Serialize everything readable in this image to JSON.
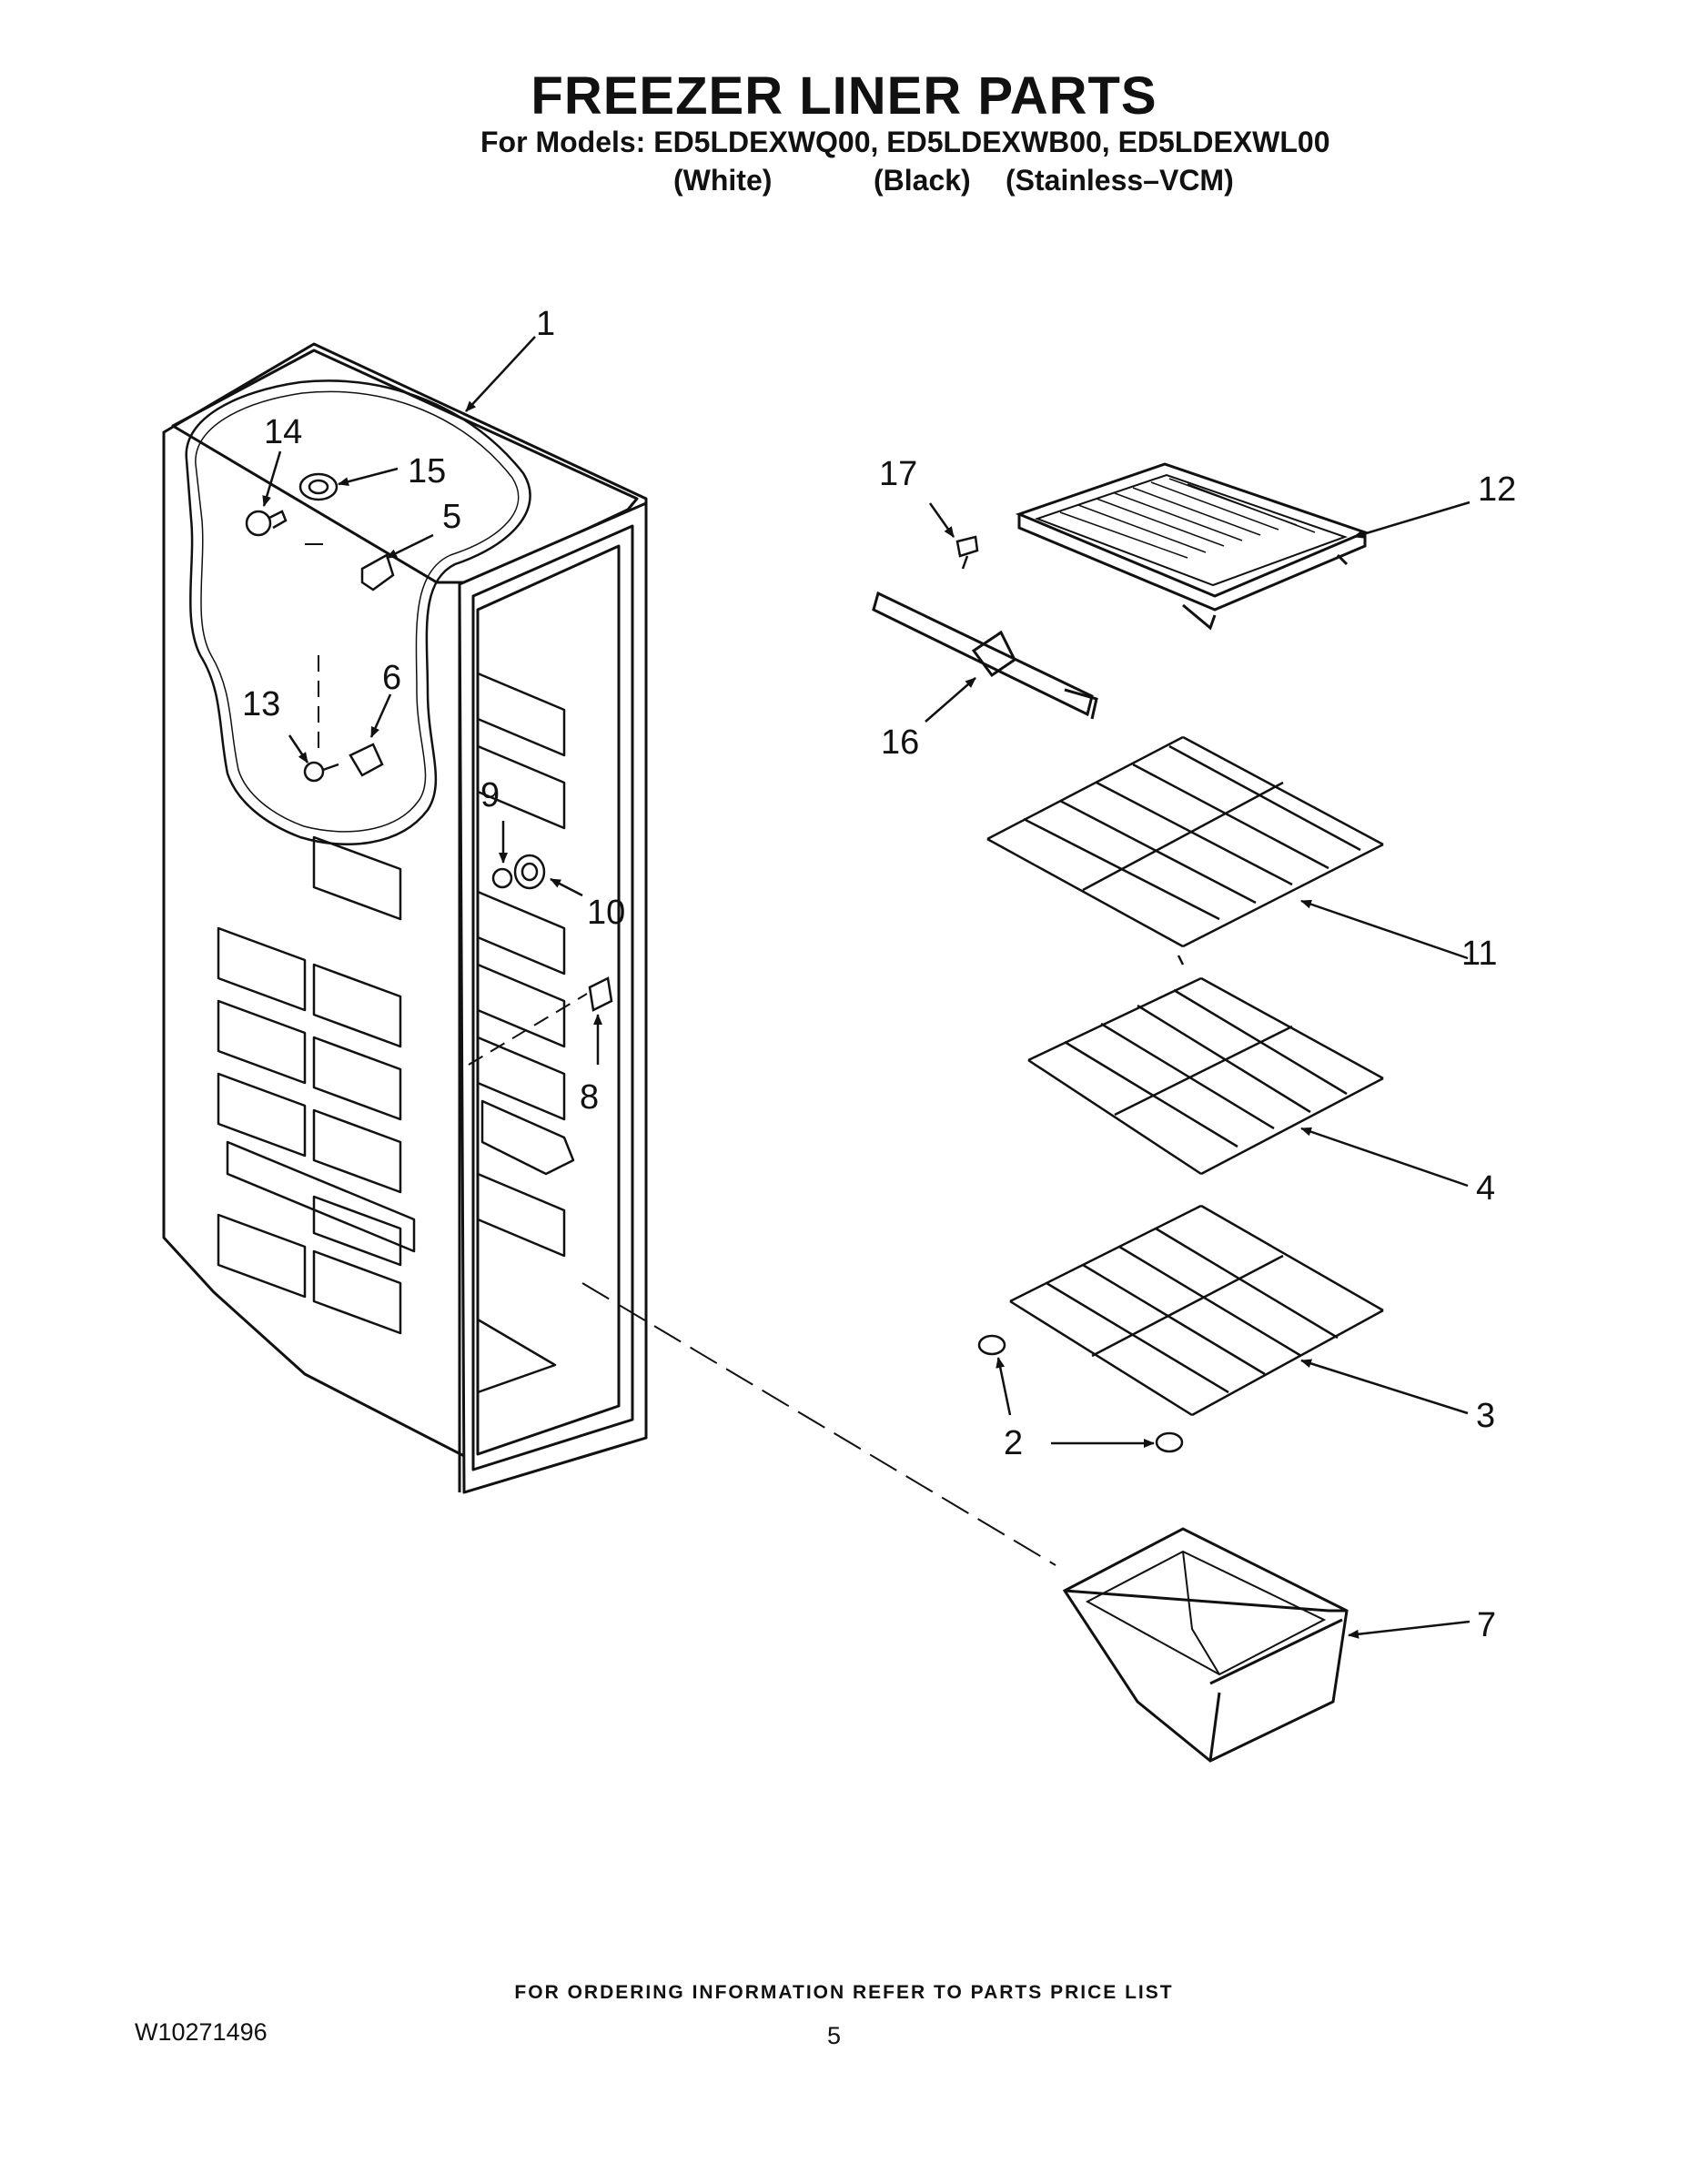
{
  "header": {
    "title": "FREEZER LINER PARTS",
    "models": "For Models: ED5LDEXWQ00, ED5LDEXWB00, ED5LDEXWL00",
    "variants": [
      "(White)",
      "(Black)",
      "(Stainless–VCM)"
    ]
  },
  "callouts": [
    "1",
    "14",
    "15",
    "5",
    "13",
    "6",
    "9",
    "10",
    "8",
    "17",
    "12",
    "16",
    "11",
    "4",
    "3",
    "2",
    "7"
  ],
  "footer": {
    "ordering_note": "FOR ORDERING INFORMATION REFER TO PARTS PRICE LIST",
    "document_number": "W10271496",
    "page_number": "5"
  }
}
